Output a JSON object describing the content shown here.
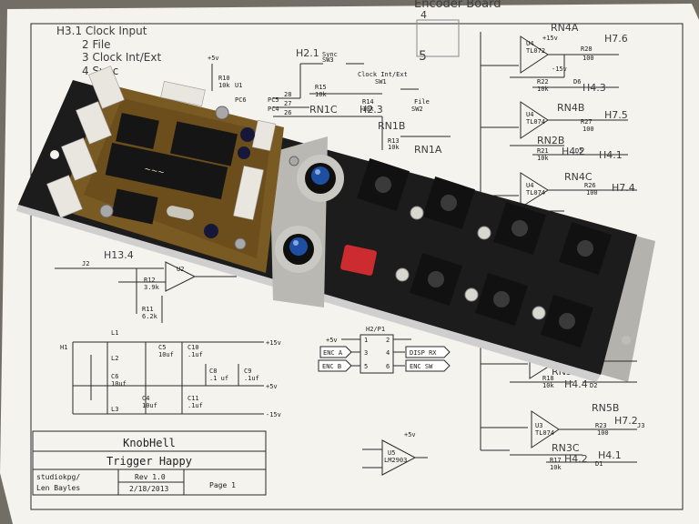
{
  "handwritten": {
    "top_note": "Encoder Board",
    "h3_list": [
      "H3.1 Clock Input",
      "2 File",
      "3 Clock Int/Ext",
      "4 Sync"
    ],
    "sync_net": "H2.1",
    "rn1c": "RN1C",
    "rn1b": "RN1B",
    "rn1a": "RN1A",
    "h2_3": "H2.3",
    "rn4a": "RN4A",
    "h7_6": "H7.6",
    "h4_3": "H4.3",
    "rn4b": "RN4B",
    "h7_5": "H7.5",
    "rn2b": "RN2B",
    "h4_2": "H4.2",
    "h4_1": "H4.1",
    "rn4c": "RN4C",
    "h7_4": "H7.4",
    "h13_4": "H13.4",
    "rn3b": "RN3B",
    "h4_4": "H4.4",
    "rn5b": "RN5B",
    "h7_2": "H7.2",
    "rn3c": "RN3C",
    "h4_2b": "H4.2",
    "h4_1b": "H4.1",
    "num4": "4",
    "num5": "5"
  },
  "schematic": {
    "plus5v": "+5v",
    "r10": "R10",
    "r10_val": "10k",
    "u1": "U1",
    "sync_title": "Sync",
    "sw3": "SW3",
    "clock_title": "Clock Int/Ext",
    "sw1": "SW1",
    "file_title": "File",
    "sw2": "SW2",
    "r15": "R15",
    "r15_val": "10k",
    "r14": "R14",
    "r14_val": "10k",
    "r13": "R13",
    "r13_val": "10k",
    "pc5": "PC5",
    "pc4": "PC4",
    "pc6": "PC6",
    "pin28": "28",
    "pin27": "27",
    "pin26": "26",
    "u4_top": "U4",
    "tl072": "TL072",
    "r28": "R28",
    "r28_val": "100",
    "r22": "R22",
    "r22_val": "10k",
    "d6": "D6",
    "p15": "+15v",
    "m15": "-15v",
    "u4_mid": "U4",
    "tl074": "TL074",
    "r27": "R27",
    "r27_val": "100",
    "r21": "R21",
    "r21_val": "10k",
    "d5": "D5",
    "u4_low": "U4",
    "tl074b": "TL074",
    "r26": "R26",
    "r26_val": "100",
    "j2": "J2",
    "r12": "R12",
    "r12_val": "3.9k",
    "r11": "R11",
    "r11_val": "6.2k",
    "u2": "U2",
    "l1": "L1",
    "l2": "L2",
    "l3": "L3",
    "h1": "H1",
    "c5": "C5",
    "c5_val": "10uf",
    "c10": "C10",
    "c10_val": ".1uf",
    "c6": "C6",
    "c6_val": "10uf",
    "c8": "C8",
    "c8_val": ".1 uf",
    "c9": "C9",
    "c9_val": ".1uf",
    "c4": "C4",
    "c4_val": "10uf",
    "c11": "C11",
    "c11_val": ".1uf",
    "p15_rail": "+15v",
    "p5_rail": "+5v",
    "m15_rail": "-15v",
    "h2_p1": "H2/P1",
    "enc_a": "ENC A",
    "enc_b": "ENC B",
    "disp_rx": "DISP RX",
    "enc_sw": "ENC SW",
    "hdr_pins": [
      "1",
      "2",
      "3",
      "4",
      "5",
      "6"
    ],
    "r18": "R18",
    "r18_val": "10k",
    "d2": "D2",
    "u3": "U3",
    "tl074c": "TL074",
    "r23": "R23",
    "r23_val": "100",
    "j3": "J3",
    "r17": "R17",
    "r17_val": "10k",
    "d1": "D1",
    "u5": "U5",
    "lm2903": "LM2903",
    "u5_plus": "+5v"
  },
  "title_block": {
    "project": "KnobHell",
    "board": "Trigger Happy",
    "author1": "studiokpg/",
    "author2": "Len Bayles",
    "rev": "Rev 1.0",
    "date": "2/18/2013",
    "page": "Page 1"
  },
  "colors": {
    "paper": "#f4f3ee",
    "panel": "#1c1c1c",
    "pcb": "#7a5a23",
    "metal": "#b9b8b3",
    "led": "#cc2b2f"
  }
}
